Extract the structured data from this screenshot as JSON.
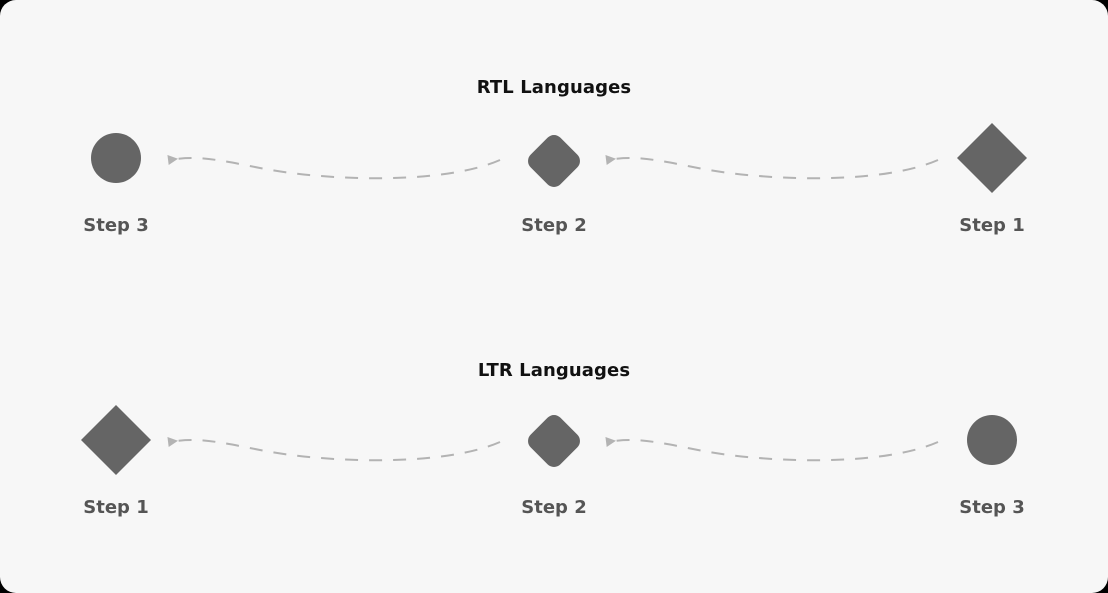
{
  "colors": {
    "background": "#f7f7f7",
    "shape_fill": "#656565",
    "connector": "#b3b3b3",
    "title_text": "#111111",
    "label_text": "#555555"
  },
  "sections": [
    {
      "title": "RTL Languages",
      "steps": [
        {
          "label": "Step 3",
          "shape": "circle"
        },
        {
          "label": "Step 2",
          "shape": "rounded-diamond"
        },
        {
          "label": "Step 1",
          "shape": "diamond"
        }
      ],
      "arrow_direction": "left"
    },
    {
      "title": "LTR Languages",
      "steps": [
        {
          "label": "Step 1",
          "shape": "diamond"
        },
        {
          "label": "Step 2",
          "shape": "rounded-diamond"
        },
        {
          "label": "Step 3",
          "shape": "circle"
        }
      ],
      "arrow_direction": "left"
    }
  ]
}
